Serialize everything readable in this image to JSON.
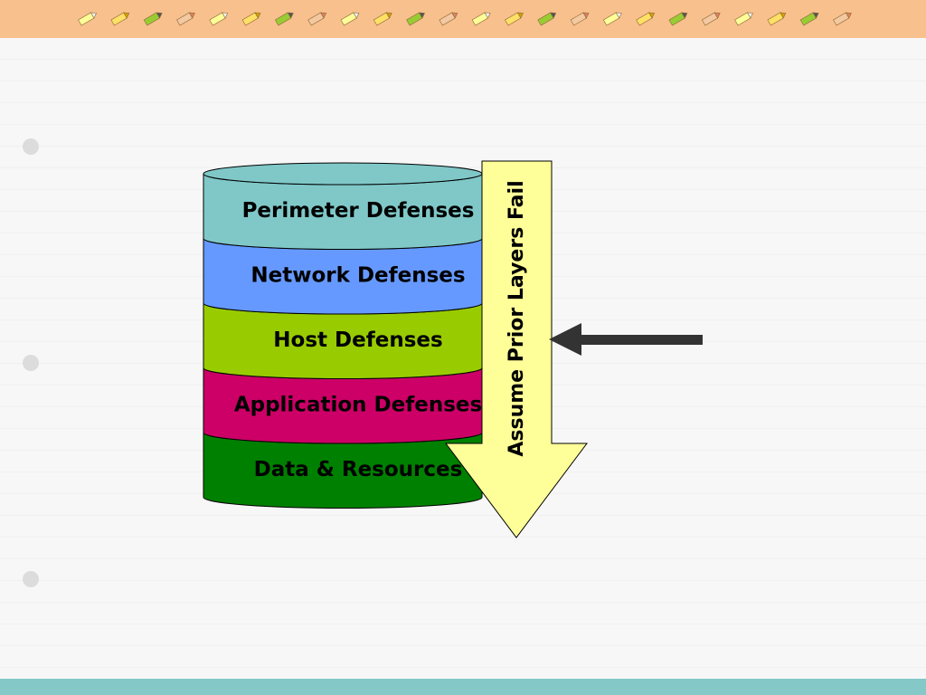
{
  "diagram": {
    "layers": [
      {
        "label": "Perimeter Defenses",
        "color": "#80c8c8"
      },
      {
        "label": "Network Defenses",
        "color": "#6699ff"
      },
      {
        "label": "Host Defenses",
        "color": "#99cc00"
      },
      {
        "label": "Application Defenses",
        "color": "#cc0066"
      },
      {
        "label": "Data & Resources",
        "color": "#008000"
      }
    ],
    "arrow_label": "Assume Prior Layers Fail",
    "arrow_color": "#ffff99",
    "pointer_color": "#333333"
  },
  "decoration": {
    "top_band_icon": "pencil-eraser-icon",
    "bottom_band_color": "#84c8c8",
    "top_band_color": "#f8c08c"
  }
}
